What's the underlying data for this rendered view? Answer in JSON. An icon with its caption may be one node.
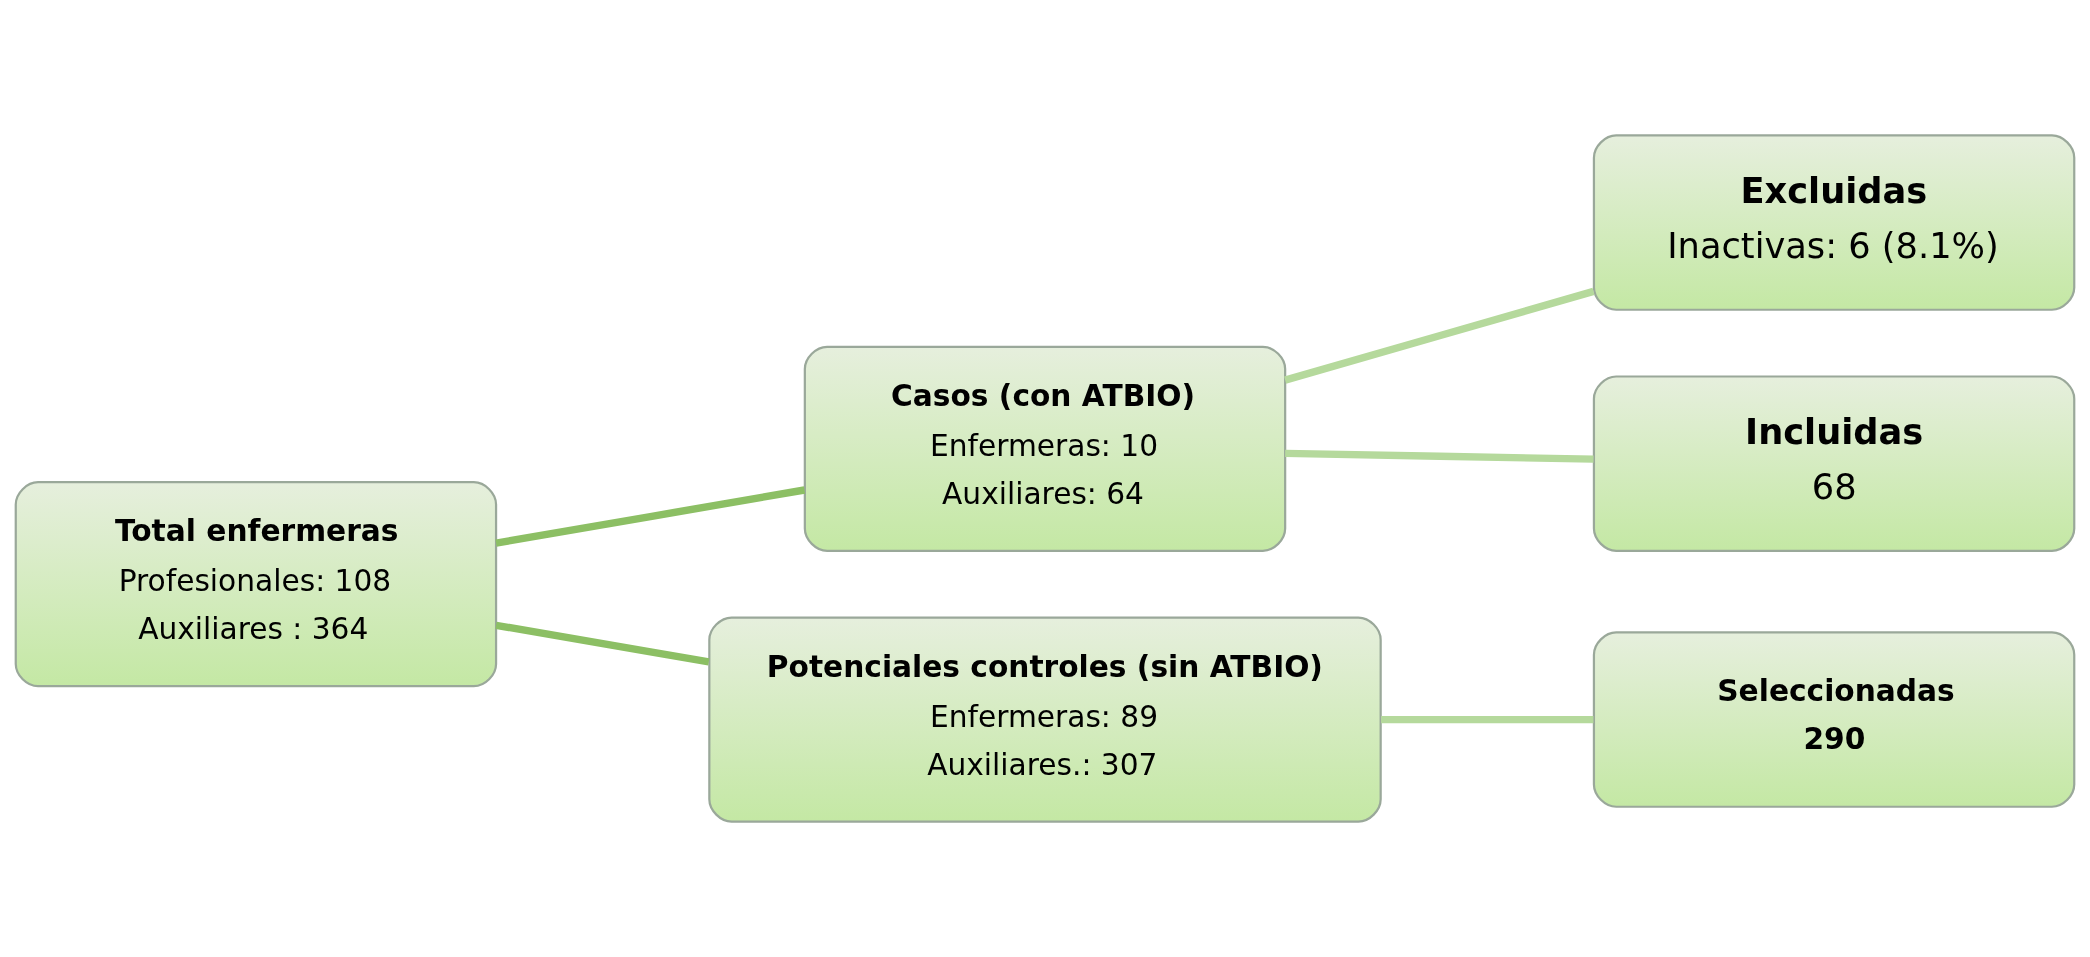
{
  "diagram": {
    "nodes": [
      {
        "text": [
          "Total enfermeras",
          "Profesionales: 108",
          "Auxiliares : 364"
        ]
      },
      {
        "text": [
          "Casos (con ATBIO)",
          "Enfermeras: 10",
          "Auxiliares: 64"
        ]
      },
      {
        "text": [
          "Potenciales controles (sin ATBIO)",
          "Enfermeras: 89",
          "Auxiliares.: 307"
        ]
      },
      {
        "text": [
          "Excluidas",
          "Inactivas: 6 (8.1%)"
        ]
      },
      {
        "text": [
          "Incluidas",
          "68"
        ]
      },
      {
        "text": [
          "Seleccionadas",
          "290"
        ]
      }
    ],
    "edges": [
      {
        "from": 0,
        "to": 1,
        "arrow": "none",
        "color": "#8cbf64"
      },
      {
        "from": 0,
        "to": 2,
        "arrow": "none",
        "color": "#8cbf64"
      },
      {
        "from": 1,
        "to": 3,
        "arrow": "none"
      },
      {
        "from": 1,
        "to": 4,
        "arrow": "none"
      },
      {
        "from": 2,
        "to": 5,
        "arrow": "none"
      }
    ]
  }
}
